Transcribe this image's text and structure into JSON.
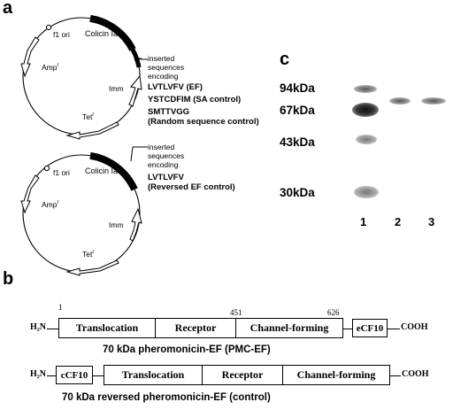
{
  "panel_a": {
    "letter": "a",
    "plasmid1": {
      "labels": {
        "ori": "f1 ori",
        "amp": "Amp",
        "amp_sup": "r",
        "colicin": "Colicin Ia",
        "imm": "Imm",
        "tet": "Tet",
        "tet_sup": "r"
      },
      "insert_label": [
        "inserted",
        "sequences",
        "encoding"
      ],
      "seqs": [
        "LVTLVFV  (EF)",
        "YSTCDFIM (SA control)",
        "SMTTVGG",
        "(Random sequence control)"
      ]
    },
    "plasmid2": {
      "labels": {
        "ori": "f1 ori",
        "amp": "Amp",
        "amp_sup": "r",
        "colicin": "Colicin Ia",
        "imm": "Imm",
        "tet": "Tet",
        "tet_sup": "r"
      },
      "insert_label": [
        "inserted",
        "sequences",
        "encoding"
      ],
      "seqs": [
        "LVTLVFV",
        "(Reversed EF control)"
      ]
    }
  },
  "panel_c": {
    "letter": "c",
    "markers": [
      "94kDa",
      "67kDa",
      "43kDa",
      "30kDa"
    ],
    "lanes": [
      "1",
      "2",
      "3"
    ]
  },
  "panel_b": {
    "letter": "b",
    "construct1": {
      "n_term": "H₂N",
      "c_term": "COOH",
      "pos_start": "1",
      "pos_mid": "451",
      "pos_end": "626",
      "domains": [
        "Translocation",
        "Receptor",
        "Channel-forming"
      ],
      "tag": "eCF10",
      "caption": "70 kDa pheromonicin-EF  (PMC-EF)"
    },
    "construct2": {
      "n_term": "H₂N",
      "c_term": "COOH",
      "tag": "cCF10",
      "domains": [
        "Translocation",
        "Receptor",
        "Channel-forming"
      ],
      "caption": "70 kDa reversed pheromonicin-EF (control)"
    }
  }
}
